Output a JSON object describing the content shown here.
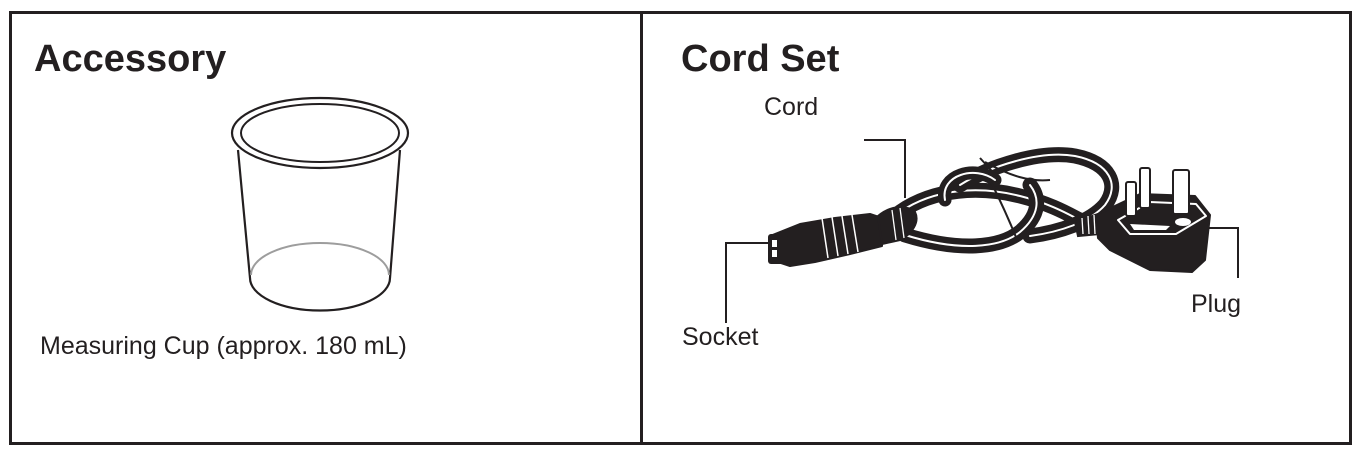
{
  "accessory": {
    "title": "Accessory",
    "item_label": "Measuring Cup (approx. 180 mL)"
  },
  "cord_set": {
    "title": "Cord Set",
    "callouts": {
      "cord": "Cord",
      "socket": "Socket",
      "plug": "Plug"
    }
  },
  "colors": {
    "ink": "#231f20",
    "cup_base_line": "#9d9d9d"
  },
  "icons": [
    "measuring-cup-illustration",
    "cord-set-illustration"
  ]
}
